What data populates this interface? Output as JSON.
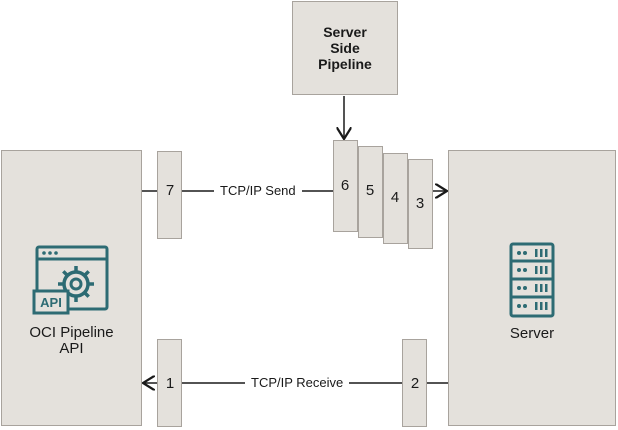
{
  "nodes": {
    "server_side_pipeline": "Server\nSide\nPipeline",
    "client": "OCI Pipeline\nAPI",
    "server": "Server",
    "api_badge": "API"
  },
  "steps": {
    "s1": "1",
    "s2": "2",
    "s3": "3",
    "s4": "4",
    "s5": "5",
    "s6": "6",
    "s7": "7"
  },
  "edges": {
    "send": "TCP/IP Send",
    "receive": "TCP/IP Receive"
  },
  "colors": {
    "box_fill": "#e4e1dc",
    "box_border": "#a8a39d",
    "icon_color": "#2d6b73",
    "line": "#1a1a1a"
  },
  "icons": [
    "api-gear-window-icon",
    "server-rack-icon"
  ]
}
